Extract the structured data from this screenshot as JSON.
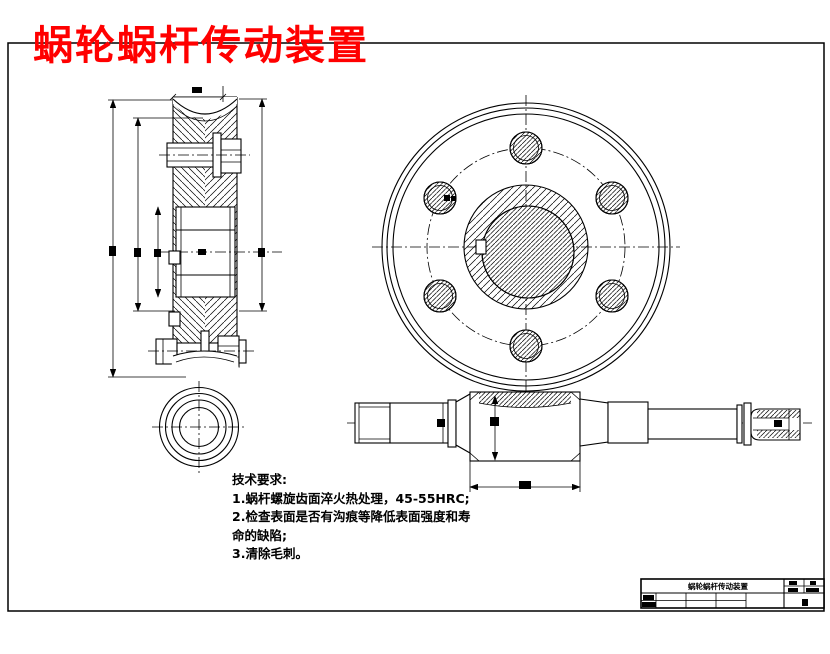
{
  "page": {
    "background_color": "#ffffff",
    "line_color": "#000000"
  },
  "header": {
    "main_title": "蜗轮蜗杆传动装置",
    "main_title_color": "#ff0000"
  },
  "technical_requirements": {
    "heading": "技术要求:",
    "line1": "1.蜗杆螺旋齿面淬火热处理，45-55HRC;",
    "line2": "2.检查表面是否有沟痕等降低表面强度和寿",
    "line3": "命的缺陷;",
    "line4": "3.清除毛刺。"
  },
  "title_block": {
    "drawing_title": "蜗轮蜗杆传动装置"
  }
}
